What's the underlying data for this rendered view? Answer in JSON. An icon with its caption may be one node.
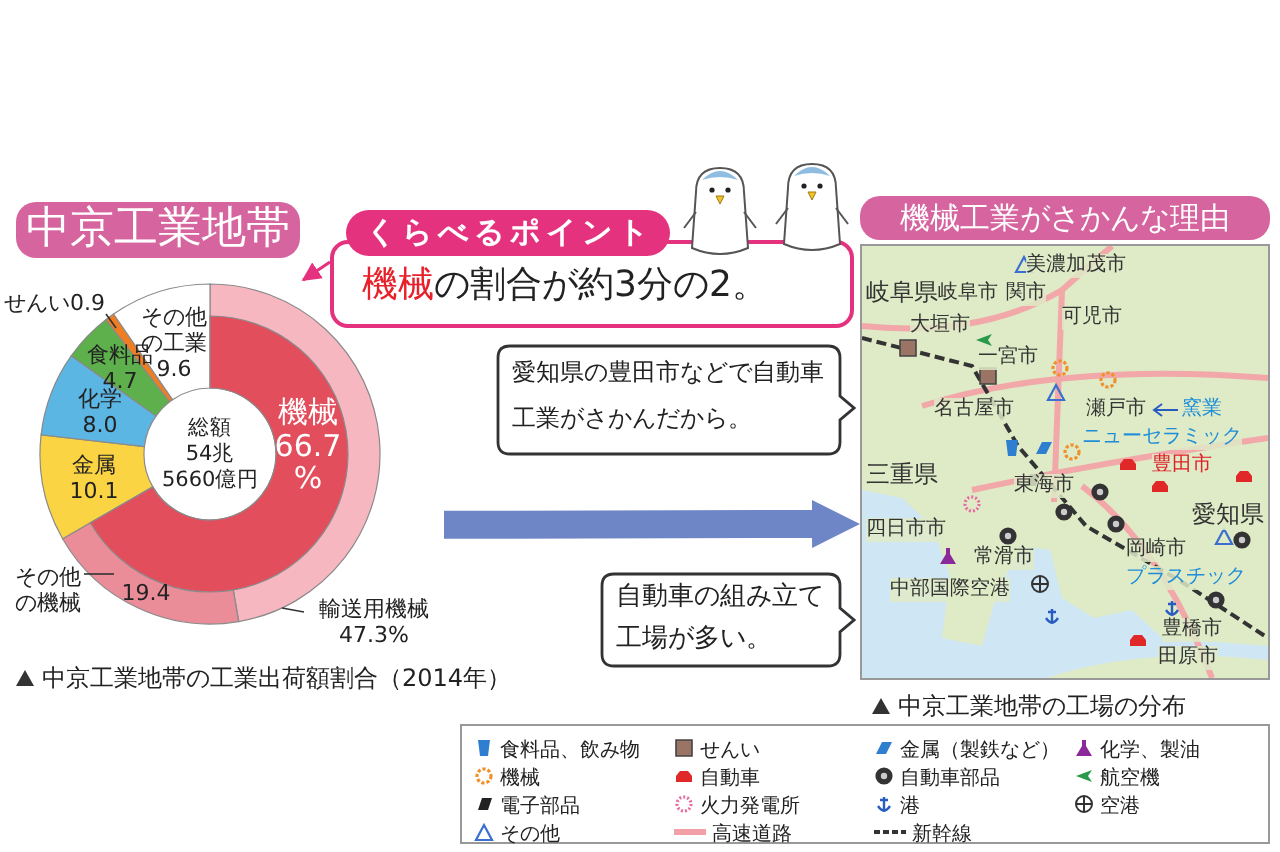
{
  "diagram": {
    "nodes": [
      {
        "text": [
          "中京工業地帯"
        ]
      },
      {
        "text": [
          "くらべるポイント",
          "**機械**の割合が約3分の2。"
        ]
      },
      {
        "text": [],
        "shape": "circle",
        "beside": [
          "中京工業地帯の工業出荷額割合（2014年）"
        ]
      },
      {
        "text": [
          "機械工業がさかんな理由"
        ]
      },
      {
        "text": [
          "愛知県の豊田市などで自動車工業がさかんだから。"
        ]
      },
      {
        "text": [
          "自動車の組み立て工場が多い。"
        ]
      },
      {
        "text": [],
        "shape": "picture",
        "beside": [
          "中京工業地帯の工場の分布"
        ]
      }
    ],
    "edges": [
      {
        "from": 1,
        "to": 2,
        "arrow": "to",
        "color": "#e5327f"
      },
      {
        "from": 2,
        "to": 6,
        "arrow": "to",
        "style": "thick",
        "color": "#6f86c6"
      }
    ],
    "labels": [
      "美濃加茂市",
      "岐阜県",
      "岐阜市",
      "関市",
      "可児市",
      "大垣市",
      "一宮市",
      "名古屋市",
      "瀬戸市",
      "窯業",
      "ニューセラミック",
      "豊田市",
      "三重県",
      "東海市",
      "愛知県",
      "四日市市",
      "岡崎市",
      "常滑市",
      "プラスチック",
      "中部国際空港",
      "豊橋市",
      "田原市"
    ],
    "legend": [
      {
        "text": "食料品、飲み物"
      },
      {
        "text": "せんい"
      },
      {
        "text": "金属（製鉄など）"
      },
      {
        "text": "化学、製油"
      },
      {
        "text": "機械"
      },
      {
        "text": "自動車"
      },
      {
        "text": "自動車部品"
      },
      {
        "text": "航空機"
      },
      {
        "text": "電子部品"
      },
      {
        "text": "火力発電所"
      },
      {
        "text": "港"
      },
      {
        "text": "空港"
      },
      {
        "text": "その他"
      },
      {
        "text": "高速道路"
      },
      {
        "text": "新幹線"
      }
    ],
    "chart_data": {
      "type": "donut",
      "categories": [
        "輸送用機械",
        "その他の機械",
        "金属",
        "化学",
        "食料品",
        "せんい",
        "その他の工業"
      ],
      "values": [
        47.3,
        19.4,
        10.1,
        8.0,
        4.7,
        0.9,
        9.6
      ],
      "value_labels": [
        "47.3%",
        "19.4",
        "10.1",
        "8.0",
        "4.7",
        "0.9",
        "9.6"
      ],
      "annotations": [
        "機械 66.7 %",
        "総額 54兆 5660億円"
      ]
    }
  }
}
